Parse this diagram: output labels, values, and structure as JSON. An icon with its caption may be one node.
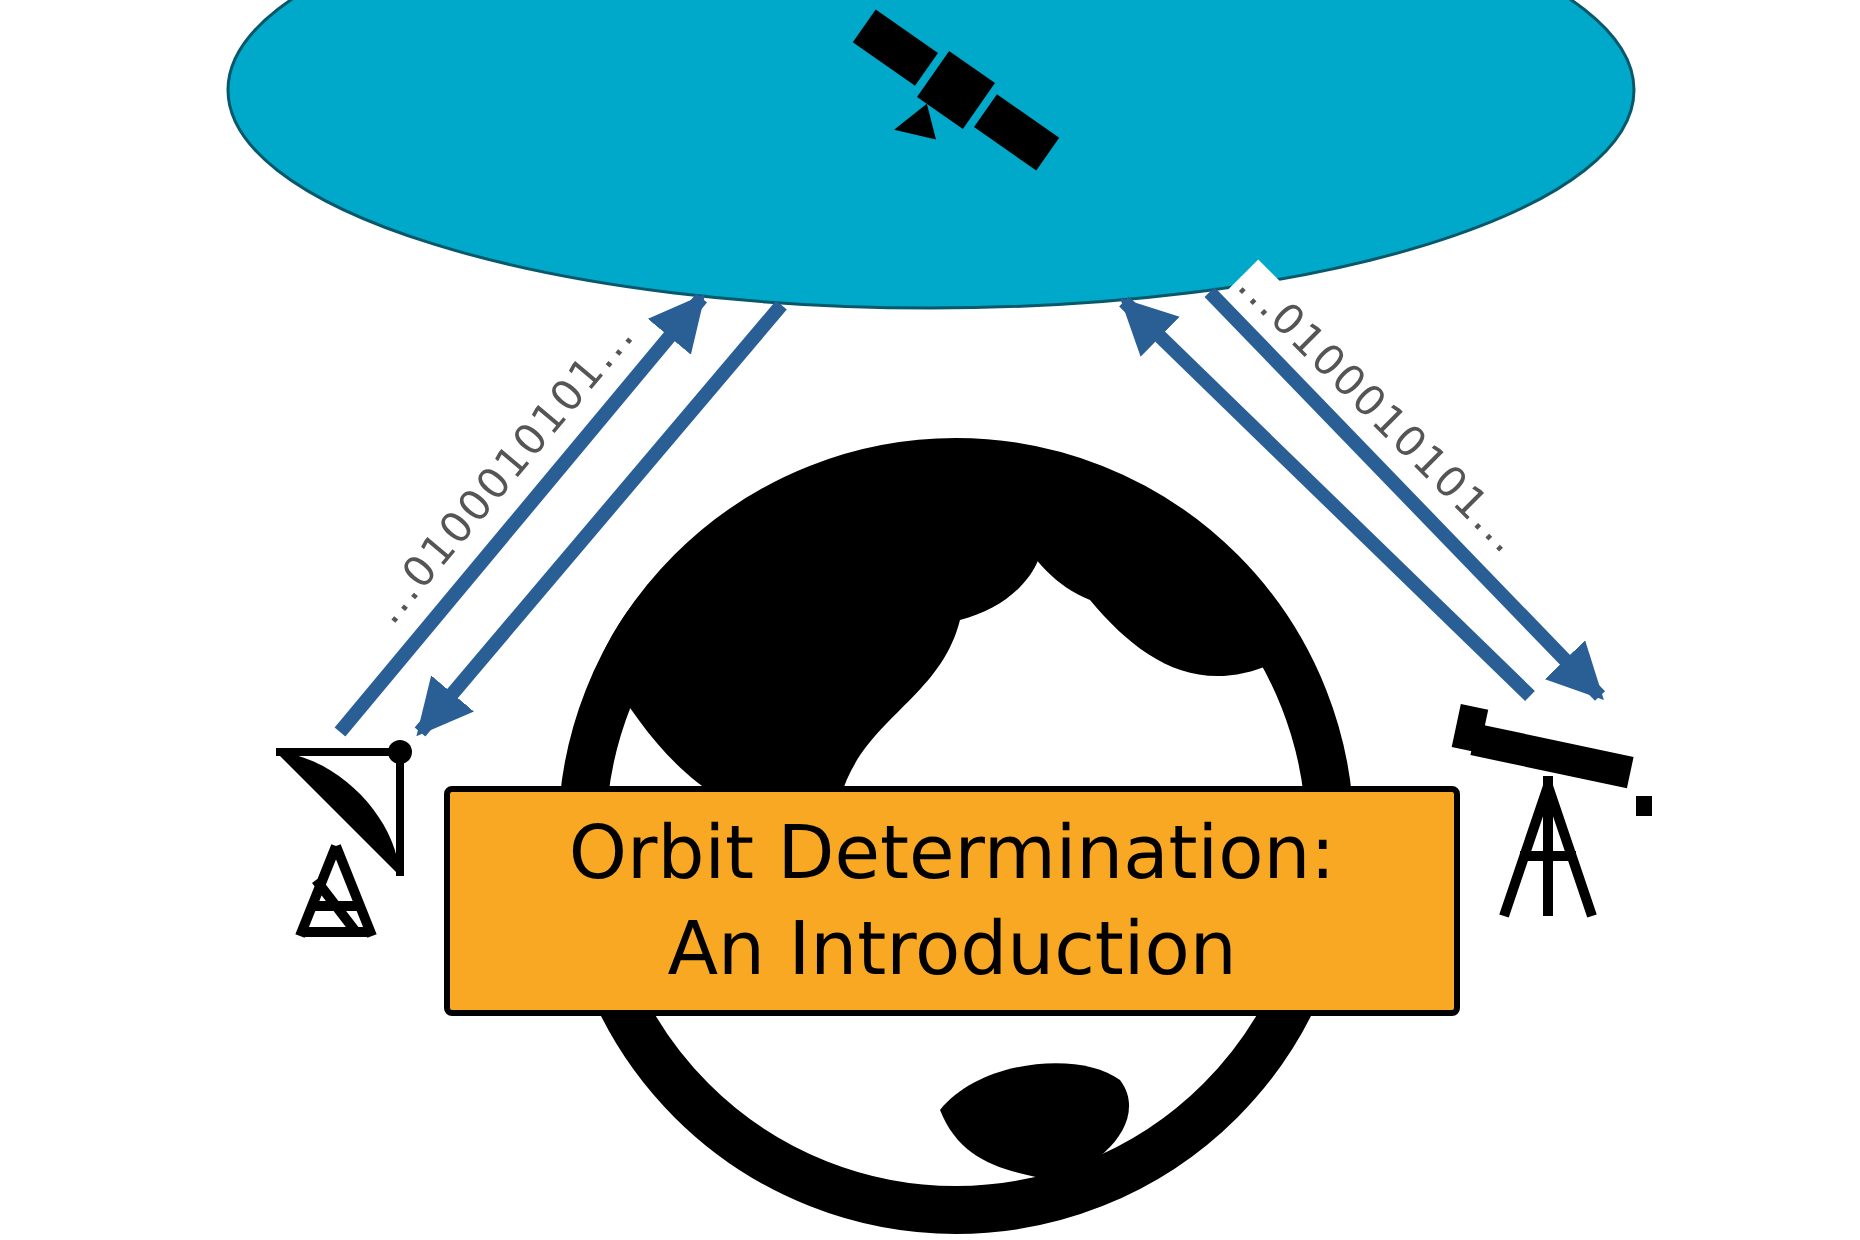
{
  "diagram": {
    "nodes": [
      {
        "text": [],
        "shape": "ellipse"
      },
      {
        "text": [],
        "shape": "picture"
      },
      {
        "text": [],
        "shape": "picture"
      },
      {
        "text": [
          "Orbit Determination: An Introduction"
        ]
      }
    ],
    "edges": [
      {
        "from": 1,
        "to": 0,
        "arrow": "to",
        "label": "...0100010101...",
        "color": "#2a5f96"
      },
      {
        "from": 0,
        "to": 1,
        "arrow": "to",
        "color": "#2a5f96"
      },
      {
        "from": 2,
        "to": 0,
        "arrow": "to",
        "color": "#2a5f96"
      },
      {
        "from": 0,
        "to": 2,
        "arrow": "to",
        "label": "...0100010101...",
        "color": "#2a5f96"
      }
    ]
  }
}
